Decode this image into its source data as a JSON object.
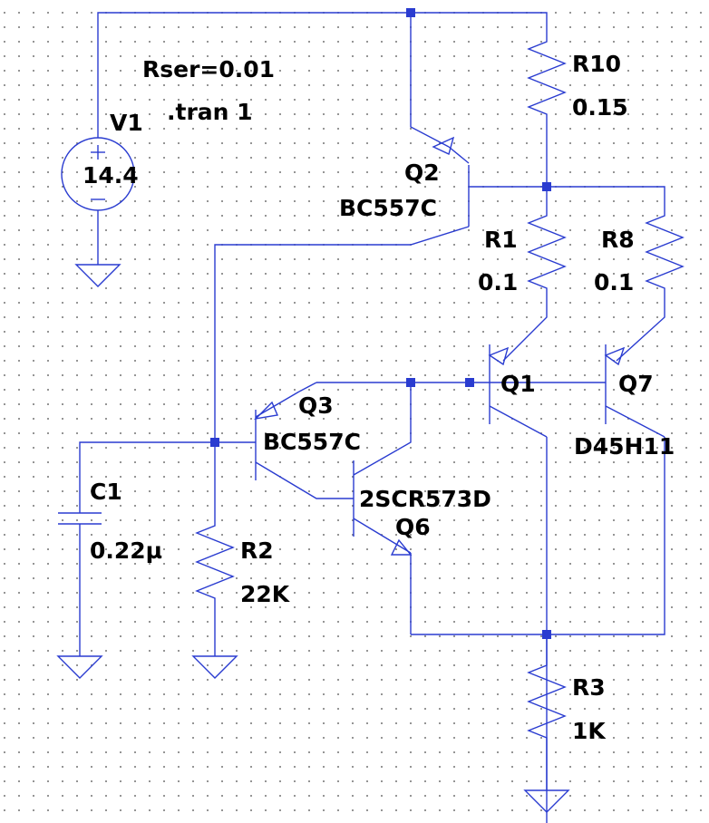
{
  "directives": {
    "rser": "Rser=0.01",
    "tran": ".tran 1"
  },
  "components": {
    "V1": {
      "name": "V1",
      "value": "14.4"
    },
    "R10": {
      "name": "R10",
      "value": "0.15"
    },
    "Q2": {
      "name": "Q2",
      "model": "BC557C"
    },
    "R1": {
      "name": "R1",
      "value": "0.1"
    },
    "R8": {
      "name": "R8",
      "value": "0.1"
    },
    "Q1": {
      "name": "Q1"
    },
    "Q7": {
      "name": "Q7",
      "model": "D45H11"
    },
    "Q3": {
      "name": "Q3",
      "model": "BC557C"
    },
    "C1": {
      "name": "C1",
      "value": "0.22µ"
    },
    "R2": {
      "name": "R2",
      "value": "22K"
    },
    "Q6": {
      "name": "Q6",
      "model": "2SCR573D"
    },
    "R3": {
      "name": "R3",
      "value": "1K"
    }
  },
  "colors": {
    "wire": "#2a3cd0",
    "text": "#000000",
    "background": "#ffffff",
    "grid_dot": "#7a7a7a"
  }
}
